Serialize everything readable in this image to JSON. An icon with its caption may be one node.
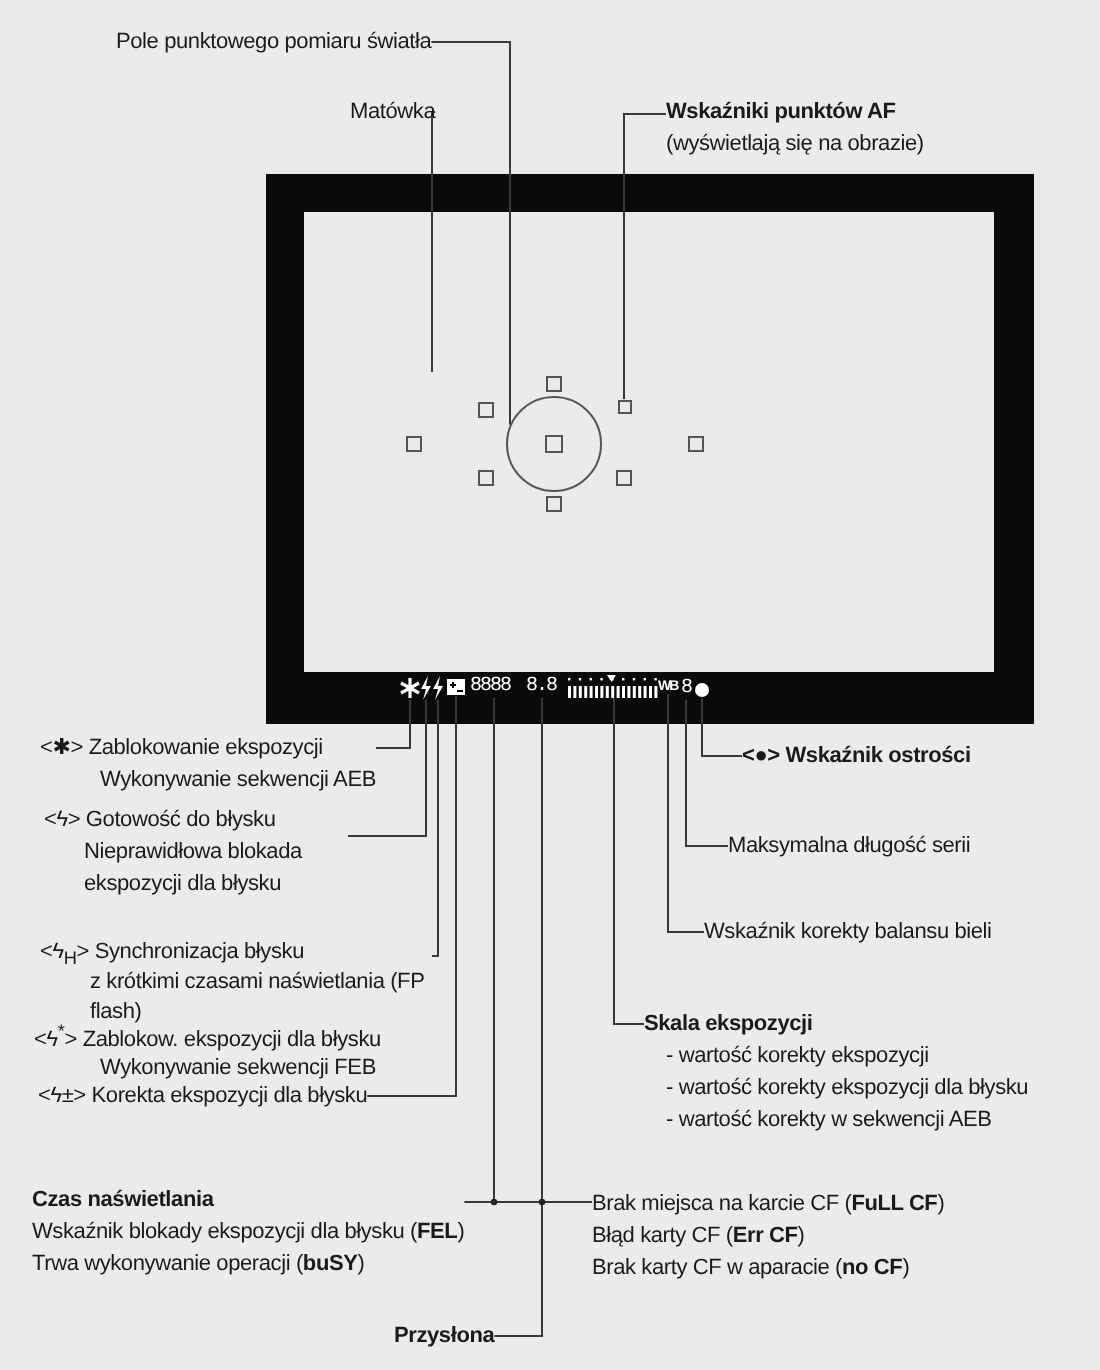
{
  "diagram": {
    "nodes": [
      {
        "text": [
          "Pole punktowego pomiaru  światła"
        ]
      },
      {
        "text": [
          "Matówka"
        ]
      },
      {
        "text": [
          "Wskaźniki punktów AF",
          "(wyświetlają się na obrazie)"
        ]
      },
      {
        "text": [],
        "shape": "box"
      },
      {
        "text": [],
        "shape": "circle"
      },
      {
        "text": [],
        "shape": "star"
      },
      {
        "text": [],
        "shape": "bolt"
      },
      {
        "text": [],
        "shape": "bolt"
      },
      {
        "text": [],
        "shape": "box"
      },
      {
        "text": [
          "8888"
        ]
      },
      {
        "text": [
          "8.8"
        ]
      },
      {
        "text": [],
        "shape": "scale"
      },
      {
        "text": [
          "WB"
        ]
      },
      {
        "text": [
          "8"
        ]
      },
      {
        "text": [],
        "shape": "circle"
      },
      {
        "text": [
          "<●> Wskaźnik ostrości"
        ]
      },
      {
        "text": [
          "<✱> Zablokowanie ekspozycji",
          "Wykonywanie sekwencji AEB"
        ]
      },
      {
        "text": [
          "Maksymalna długość serii"
        ]
      },
      {
        "text": [
          "<ϟ> Gotowość do błysku",
          "Nieprawidłowa blokada ekspozycji dla błysku"
        ]
      },
      {
        "text": [
          "Wskaźnik korekty balansu bieli"
        ]
      },
      {
        "text": [
          "<ϟ$_{H}$> Synchronizacja błysku",
          "z krótkimi czasami naświetlania (FP flash)"
        ]
      },
      {
        "text": [
          "Skala ekspozycji",
          "- wartość korekty ekspozycji",
          "- wartość korekty ekspozycji dla błysku",
          "- wartość korekty w sekwencji AEB"
        ]
      },
      {
        "text": [
          "<ϟ±> Korekta ekspozycji dla błysku"
        ]
      },
      {
        "text": [
          "Czas naświetlania",
          "Wskaźnik blokady ekspozycji dla błysku (**FEL**)",
          "Trwa wykonywanie operacji (**buSY**)"
        ]
      },
      {
        "text": [
          "Brak miejsca na karcie CF (**FuLL CF**)",
          "Błąd karty CF (**Err CF**)",
          "Brak karty CF w aparacie (**no CF**)"
        ]
      },
      {
        "text": [
          "Przysłona"
        ]
      }
    ],
    "edges": [
      {
        "from": 0,
        "to": 4,
        "arrow": "none"
      },
      {
        "from": 1,
        "to": null,
        "arrow": "none"
      },
      {
        "from": 2,
        "to": 3,
        "arrow": "none"
      },
      {
        "from": 16,
        "to": 5,
        "arrow": "none"
      },
      {
        "from": 18,
        "to": 6,
        "arrow": "none"
      },
      {
        "from": 20,
        "to": 7,
        "arrow": "none"
      },
      {
        "from": 22,
        "to": 8,
        "arrow": "none"
      },
      {
        "from": 23,
        "to": 9,
        "arrow": "none"
      },
      {
        "from": 24,
        "to": 9,
        "arrow": "none"
      },
      {
        "from": 24,
        "to": 10,
        "arrow": "none"
      },
      {
        "from": 25,
        "to": 10,
        "arrow": "none"
      },
      {
        "from": 15,
        "to": 14,
        "arrow": "none"
      },
      {
        "from": 17,
        "to": 13,
        "arrow": "none"
      },
      {
        "from": 19,
        "to": 12,
        "arrow": "none"
      },
      {
        "from": 21,
        "to": 11,
        "arrow": "none"
      }
    ],
    "labels": [
      "<ϟ$^{*}$> Zablokow. ekspozycji dla błysku",
      "Wykonywanie sekwencji FEB"
    ]
  }
}
